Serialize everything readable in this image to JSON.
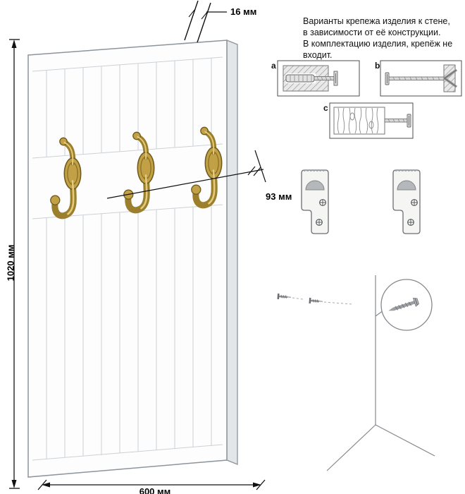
{
  "sheet": {
    "note_lines": [
      "Варианты крепежа изделия к стене,",
      "в зависимости от её конструкции.",
      "В комплектацию изделия, крепёж не",
      "входит."
    ],
    "dimensions": {
      "height": "1020 мм",
      "width": "600 мм",
      "thickness": "16 мм",
      "hook_offset": "93 мм"
    },
    "fastener_options": {
      "a": "a",
      "b": "b",
      "c": "c"
    },
    "colors": {
      "hook_brass": "#b4913a",
      "hook_brass_dark": "#6f5a1d",
      "panel_groove": "#ccd1d6",
      "panel_outline": "#8d949b",
      "plate_slot_gray": "#b4b8bb",
      "dimension_black": "#111111"
    }
  }
}
